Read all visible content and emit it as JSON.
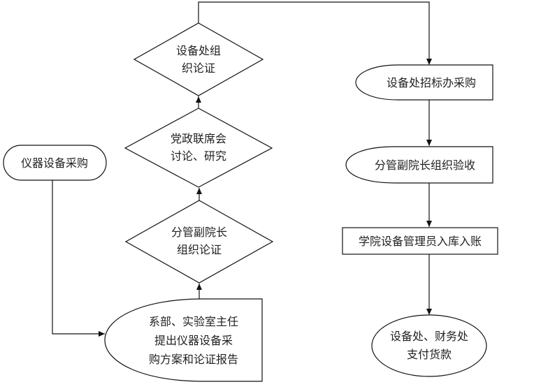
{
  "nodes": {
    "start": {
      "label": "仪器设备采购"
    },
    "proposal": {
      "lines": [
        "系部、实验室主任",
        "提出仪器设备采",
        "购方案和论证报告"
      ]
    },
    "vp_review": {
      "lines": [
        "分管副院长",
        "组织论证"
      ]
    },
    "joint_meeting": {
      "lines": [
        "党政联席会",
        "讨论、研究"
      ]
    },
    "equipment_review": {
      "lines": [
        "设备处组",
        "织论证"
      ]
    },
    "tender_purchase": {
      "label": "设备处招标办采购"
    },
    "vp_acceptance": {
      "label": "分管副院长组织验收"
    },
    "warehouse_entry": {
      "label": "学院设备管理员入库入账"
    },
    "payment": {
      "lines": [
        "设备处、财务处",
        "支付货款"
      ]
    }
  }
}
